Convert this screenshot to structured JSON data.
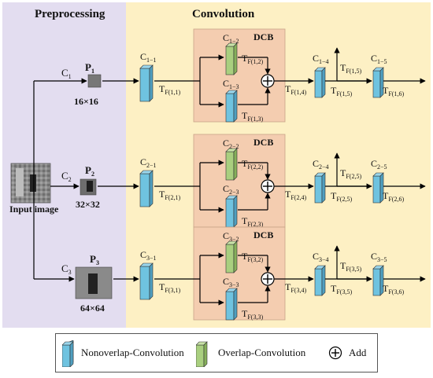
{
  "sections": {
    "preprocessing": "Preprocessing",
    "convolution": "Convolution"
  },
  "input_label": "Input image",
  "dcb_label": "DCB",
  "add_symbol": "+",
  "branches": [
    {
      "c": "C",
      "c_sub": "1",
      "p": "P",
      "p_sub": "1",
      "size": "16×16",
      "conv1": "1−1",
      "conv2": "1−2",
      "conv3": "1−3",
      "conv4": "1−4",
      "conv5": "1−5",
      "t1": "F(1,1)",
      "t2": "F(1,2)",
      "t3": "F(1,3)",
      "t4": "F(1,4)",
      "t5": "F(1,5)",
      "t6": "F(1,6)"
    },
    {
      "c": "C",
      "c_sub": "2",
      "p": "P",
      "p_sub": "2",
      "size": "32×32",
      "conv1": "2−1",
      "conv2": "2−2",
      "conv3": "2−3",
      "conv4": "2−4",
      "conv5": "2−5",
      "t1": "F(2,1)",
      "t2": "F(2,2)",
      "t3": "F(2,3)",
      "t4": "F(2,4)",
      "t5": "F(2,5)",
      "t6": "F(2,6)"
    },
    {
      "c": "C",
      "c_sub": "3",
      "p": "P",
      "p_sub": "3",
      "size": "64×64",
      "conv1": "3−1",
      "conv2": "3−2",
      "conv3": "3−3",
      "conv4": "3−4",
      "conv5": "3−5",
      "t1": "F(3,1)",
      "t2": "F(3,2)",
      "t3": "F(3,3)",
      "t4": "F(3,4)",
      "t5": "F(3,5)",
      "t6": "F(3,6)"
    }
  ],
  "legend": {
    "nonoverlap": "Nonoverlap-Convolution",
    "overlap": "Overlap-Convolution",
    "add": "Add"
  },
  "colors": {
    "preprocessing_bg": "#e3ddf0",
    "convolution_bg": "#fdf0c4",
    "dcb_bg": "#f4cdb0",
    "blue_block": "#6fc3e0",
    "green_block": "#a9cf7f",
    "dcb_text": "#c0392b"
  },
  "icons": {
    "nonoverlap": "blue-cuboid-icon",
    "overlap": "green-cuboid-icon",
    "add": "circled-plus-icon"
  }
}
